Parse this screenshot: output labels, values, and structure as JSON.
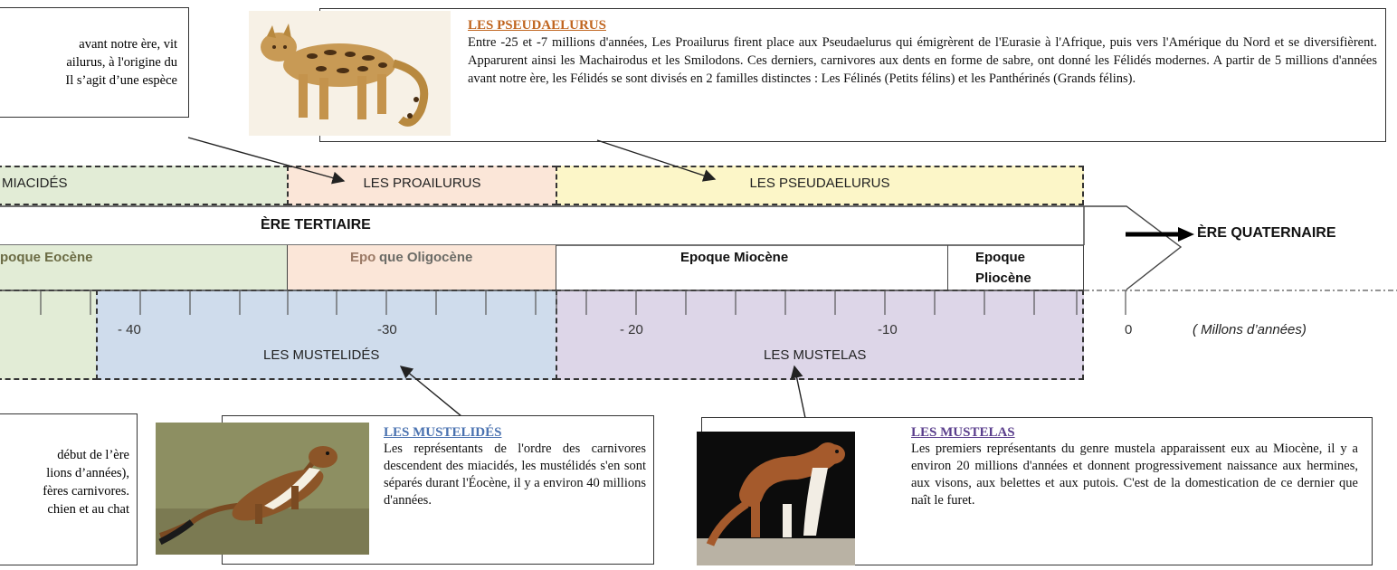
{
  "top_left_box": {
    "lines": [
      "avant notre ère, vit",
      "ailurus, à l'origine du",
      "Il s’agit d’une espèce"
    ]
  },
  "pseudaelurus_box": {
    "title": "LES PSEUDAELURUS",
    "text": "Entre -25 et -7 millions d'années, Les Proailurus firent place aux Pseudaelurus qui émigrèrent de l'Eurasie à l'Afrique, puis vers l'Amérique du Nord et se diversifièrent. Apparurent ainsi les Machairodus et les Smilodons. Ces derniers, carnivores aux dents en forme de sabre, ont donné les Félidés modernes. A partir de 5 millions d'années avant notre ère, les Félidés se sont divisés en 2 familles distinctes : Les Félinés (Petits félins) et les Panthérinés (Grands félins).",
    "title_color": "#c0651f"
  },
  "bands_top": {
    "miacides": "MIACIDÉS",
    "proailurus": "LES PROAILURUS",
    "pseudaelurus": "LES PSEUDAELURUS"
  },
  "eras": {
    "tertiaire": "ÈRE TERTIAIRE",
    "quaternaire": "ÈRE QUATERNAIRE"
  },
  "epochs": {
    "eocene": "poque Eocène",
    "oligocene_a": "Epo",
    "oligocene_b": "que Oligocène",
    "miocene": "Epoque Miocène",
    "pliocene_1": "Epoque",
    "pliocene_2": "Pliocène"
  },
  "axis": {
    "ticks": [
      "- 40",
      "-30",
      "- 20",
      "-10",
      "0"
    ],
    "unit": "( Millons d’années)"
  },
  "bands_bottom": {
    "mustelides": "LES MUSTELIDÉS",
    "mustelas": "LES MUSTELAS"
  },
  "bottom_left_box": {
    "lines": [
      "début de l’ère",
      "lions d’années),",
      "fères carnivores.",
      "chien et au chat"
    ]
  },
  "mustelides_box": {
    "title": "LES MUSTELIDÉS",
    "text": "Les représentants de l'ordre des carnivores descendent des miacidés, les mustélidés s'en sont séparés durant l'Éocène, il y a environ 40 millions d'années.",
    "title_color": "#4a72b0"
  },
  "mustelas_box": {
    "title": "LES MUSTELAS",
    "text": "Les premiers représentants du genre mustela apparaissent eux au Miocène, il y a environ 20 millions d'années et donnent progressivement naissance aux hermines, aux visons, aux belettes et aux putois. C'est de la domestication de ce dernier que naît le furet.",
    "title_color": "#5a3e8c"
  },
  "colors": {
    "miacides_band": "#e2ecd6",
    "proailurus_band": "#fbe6d8",
    "pseudaelurus_band": "#fcf6c8",
    "mustelides_band": "#cfdcec",
    "mustelas_band": "#ddd6e8"
  }
}
